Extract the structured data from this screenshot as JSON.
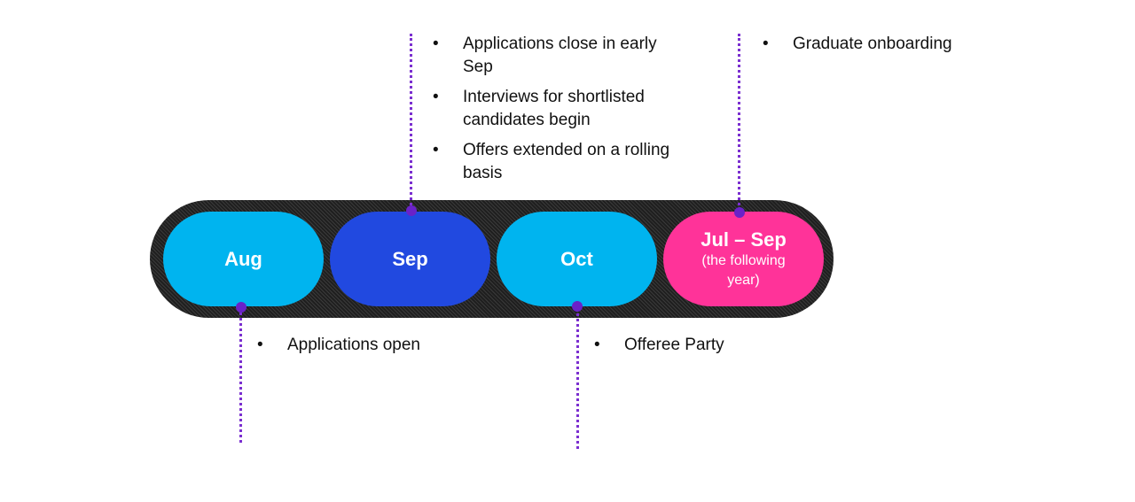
{
  "colors": {
    "track": "#2b2b2b",
    "aug": "#00b4ef",
    "sep": "#2149e0",
    "oct": "#00b4ef",
    "jul_sep": "#ff3399",
    "connector": "#7b2fd0"
  },
  "periods": [
    {
      "main": "Aug",
      "sub": ""
    },
    {
      "main": "Sep",
      "sub": ""
    },
    {
      "main": "Oct",
      "sub": ""
    },
    {
      "main": "Jul – Sep",
      "sub": "(the following year)"
    }
  ],
  "notes": {
    "aug": [
      "Applications open"
    ],
    "sep": [
      "Applications close in early Sep",
      "Interviews for shortlisted candidates begin",
      "Offers extended on a rolling basis"
    ],
    "oct": [
      "Offeree Party"
    ],
    "jul_sep": [
      "Graduate onboarding"
    ]
  }
}
